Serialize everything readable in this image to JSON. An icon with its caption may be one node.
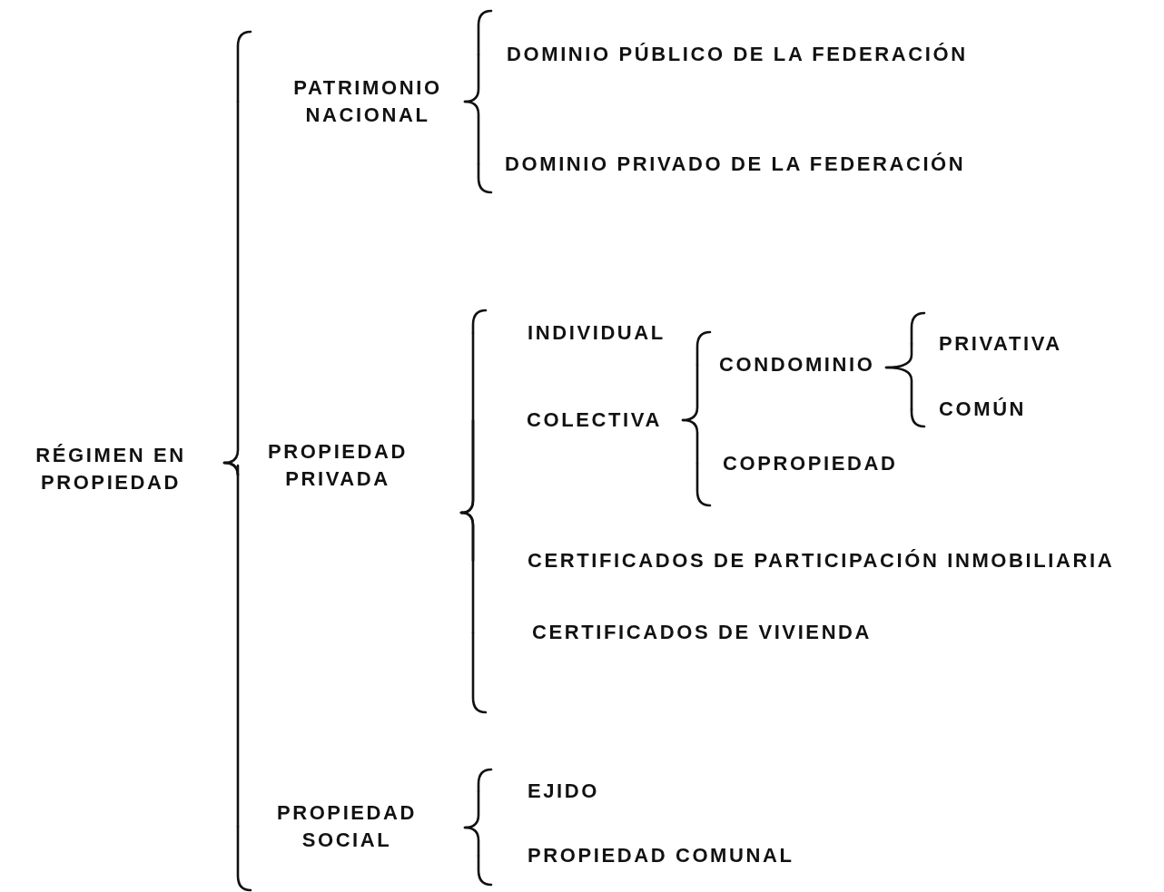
{
  "diagram": {
    "nodes": [
      {
        "text": [
          "RÉGIMEN EN PROPIEDAD"
        ]
      },
      {
        "text": [
          "PATRIMONIO NACIONAL"
        ]
      },
      {
        "text": [
          "DOMINIO PÚBLICO DE LA FEDERACIÓN"
        ]
      },
      {
        "text": [
          "DOMINIO PRIVADO DE LA FEDERACIÓN"
        ]
      },
      {
        "text": [
          "PROPIEDAD PRIVADA"
        ]
      },
      {
        "text": [
          "INDIVIDUAL"
        ]
      },
      {
        "text": [
          "COLECTIVA"
        ]
      },
      {
        "text": [
          "CONDOMINIO"
        ]
      },
      {
        "text": [
          "PRIVATIVA"
        ]
      },
      {
        "text": [
          "COMÚN"
        ]
      },
      {
        "text": [
          "COPROPIEDAD"
        ]
      },
      {
        "text": [
          "CERTIFICADOS DE PARTICIPACIÓN INMOBILIARIA"
        ]
      },
      {
        "text": [
          "CERTIFICADOS DE VIVIENDA"
        ]
      },
      {
        "text": [
          "PROPIEDAD SOCIAL"
        ]
      },
      {
        "text": [
          "EJIDO"
        ]
      },
      {
        "text": [
          "PROPIEDAD COMUNAL"
        ]
      }
    ],
    "edges": [
      {
        "from": 0,
        "to": 1,
        "arrow": "none"
      },
      {
        "from": 0,
        "to": 4,
        "arrow": "none"
      },
      {
        "from": 0,
        "to": 13,
        "arrow": "none"
      },
      {
        "from": 1,
        "to": 2,
        "arrow": "none"
      },
      {
        "from": 1,
        "to": 3,
        "arrow": "none"
      },
      {
        "from": 4,
        "to": 5,
        "arrow": "none"
      },
      {
        "from": 4,
        "to": 6,
        "arrow": "none"
      },
      {
        "from": 4,
        "to": 11,
        "arrow": "none"
      },
      {
        "from": 4,
        "to": 12,
        "arrow": "none"
      },
      {
        "from": 6,
        "to": 7,
        "arrow": "none"
      },
      {
        "from": 6,
        "to": 10,
        "arrow": "none"
      },
      {
        "from": 7,
        "to": 8,
        "arrow": "none"
      },
      {
        "from": 7,
        "to": 9,
        "arrow": "none"
      },
      {
        "from": 13,
        "to": 14,
        "arrow": "none"
      },
      {
        "from": 13,
        "to": 15,
        "arrow": "none"
      }
    ]
  }
}
